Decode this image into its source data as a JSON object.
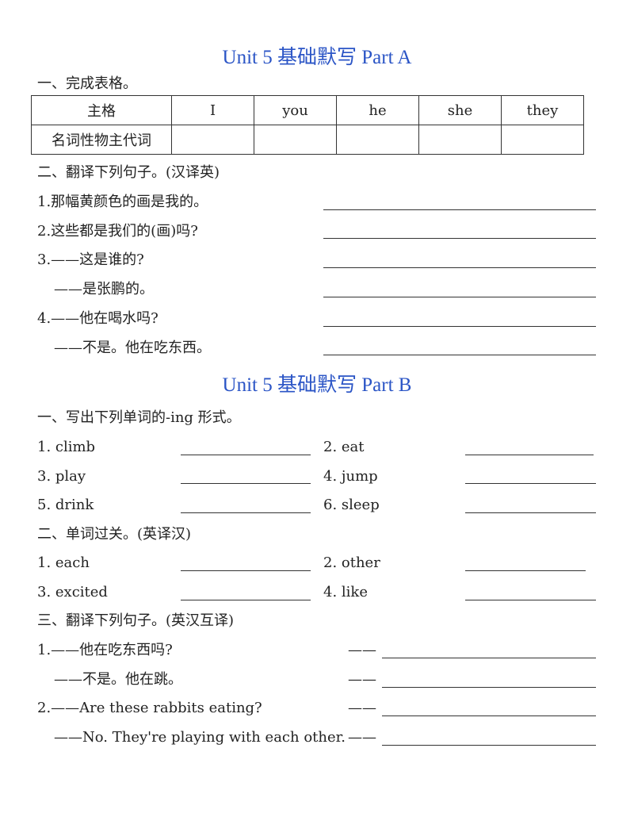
{
  "partA": {
    "title": "Unit 5 基础默写  Part A",
    "sec1": {
      "heading": "一、完成表格。",
      "table": {
        "row1": [
          "主格",
          "I",
          "you",
          "he",
          "she",
          "they"
        ],
        "row2_label": "名词性物主代词"
      }
    },
    "sec2": {
      "heading": "二、翻译下列句子。(汉译英)",
      "items": [
        "1.那幅黄颜色的画是我的。",
        "2.这些都是我们的(画)吗?",
        "3.——这是谁的?",
        "——是张鹏的。",
        "4.——他在喝水吗?",
        "——不是。他在吃东西。"
      ]
    }
  },
  "partB": {
    "title": "Unit 5 基础默写  Part B",
    "sec1": {
      "heading": "一、写出下列单词的-ing 形式。",
      "words": [
        "1. climb",
        "2. eat",
        "3. play",
        "4. jump",
        "5. drink",
        "6. sleep"
      ]
    },
    "sec2": {
      "heading": "二、单词过关。(英译汉)",
      "words": [
        "1. each",
        "2. other",
        "3. excited",
        "4. like"
      ]
    },
    "sec3": {
      "heading": "三、翻译下列句子。(英汉互译)",
      "items": [
        "1.——他在吃东西吗?",
        "——不是。他在跳。",
        "2.——Are these rabbits eating?",
        "——No. They're playing with each other."
      ],
      "answer_prefix": "——"
    }
  }
}
